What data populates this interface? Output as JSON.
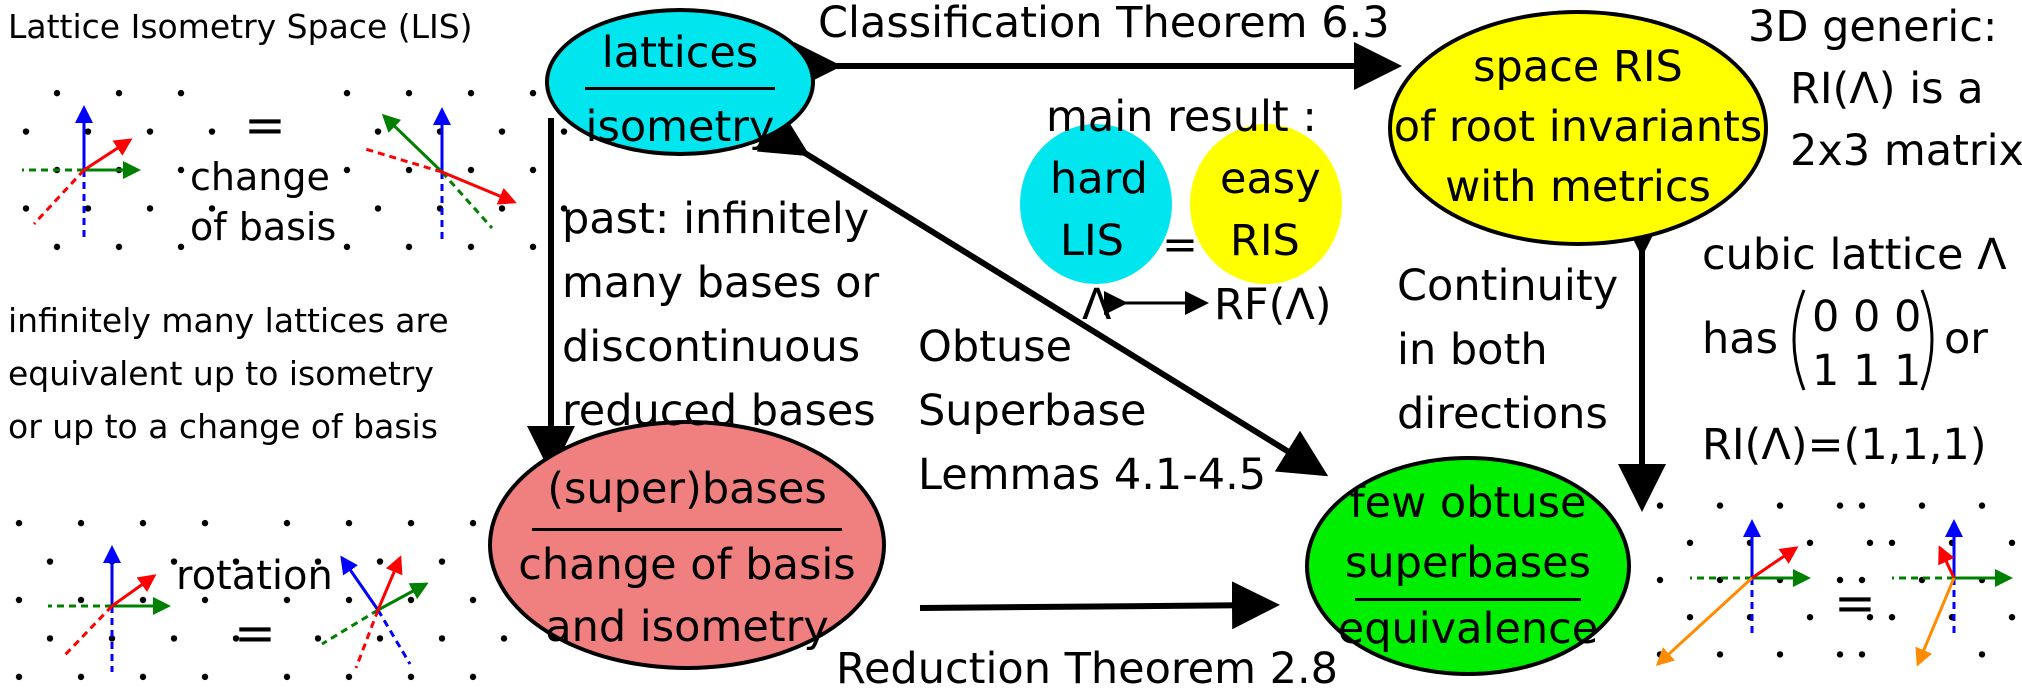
{
  "colors": {
    "cyan": "#00e5ee",
    "yellow": "#ffff00",
    "salmon": "#f08080",
    "green": "#00ee00",
    "arrow_red": "#ff0000",
    "arrow_green": "#008000",
    "arrow_blue": "#0000ff",
    "arrow_orange": "#ff8c00"
  },
  "left_panel": {
    "title": "Lattice Isometry Space (LIS)",
    "equals": "=",
    "change_of_basis_line1": "change",
    "change_of_basis_line2": "of basis",
    "note_line1": "infinitely many lattices are",
    "note_line2": "equivalent up to isometry",
    "note_line3": "or up to a change of basis",
    "rotation": "rotation",
    "equals2": "="
  },
  "nodes": {
    "lattices": {
      "top": "lattices",
      "bottom": "isometry"
    },
    "ris": {
      "line1": "space RIS",
      "line2": "of root invariants",
      "line3": "with metrics"
    },
    "superbases": {
      "top": "(super)bases",
      "bottom1": "change of basis",
      "bottom2": "and isometry"
    },
    "obtuse": {
      "top1": "few obtuse",
      "top2": "superbases",
      "bottom": "equivalence"
    }
  },
  "edges": {
    "classification": "Classification Theorem 6.3",
    "reduction": "Reduction Theorem 2.8",
    "past_line1": "past: infinitely",
    "past_line2": "many bases or",
    "past_line3": "discontinuous",
    "past_line4": "reduced bases",
    "obtuse_line1": "Obtuse",
    "obtuse_line2": "Superbase",
    "obtuse_line3": "Lemmas 4.1-4.5",
    "continuity_line1": "Continuity",
    "continuity_line2": "in both",
    "continuity_line3": "directions"
  },
  "main_result": {
    "title": "main result :",
    "hard_line1": "hard",
    "hard_line2": "LIS",
    "equals": "=",
    "easy_line1": "easy",
    "easy_line2": "RIS",
    "lambda": "Λ",
    "rf": "RF(Λ)"
  },
  "right_panel": {
    "generic_line1": "3D generic:",
    "generic_line2": "RI(Λ) is a",
    "generic_line3": "2x3 matrix",
    "cubic": "cubic lattice Λ",
    "has": "has",
    "matrix_row1": "0 0 0",
    "matrix_row2": "1 1 1",
    "or": "or",
    "ri": "RI(Λ)=(1,1,1)",
    "equals": "="
  }
}
